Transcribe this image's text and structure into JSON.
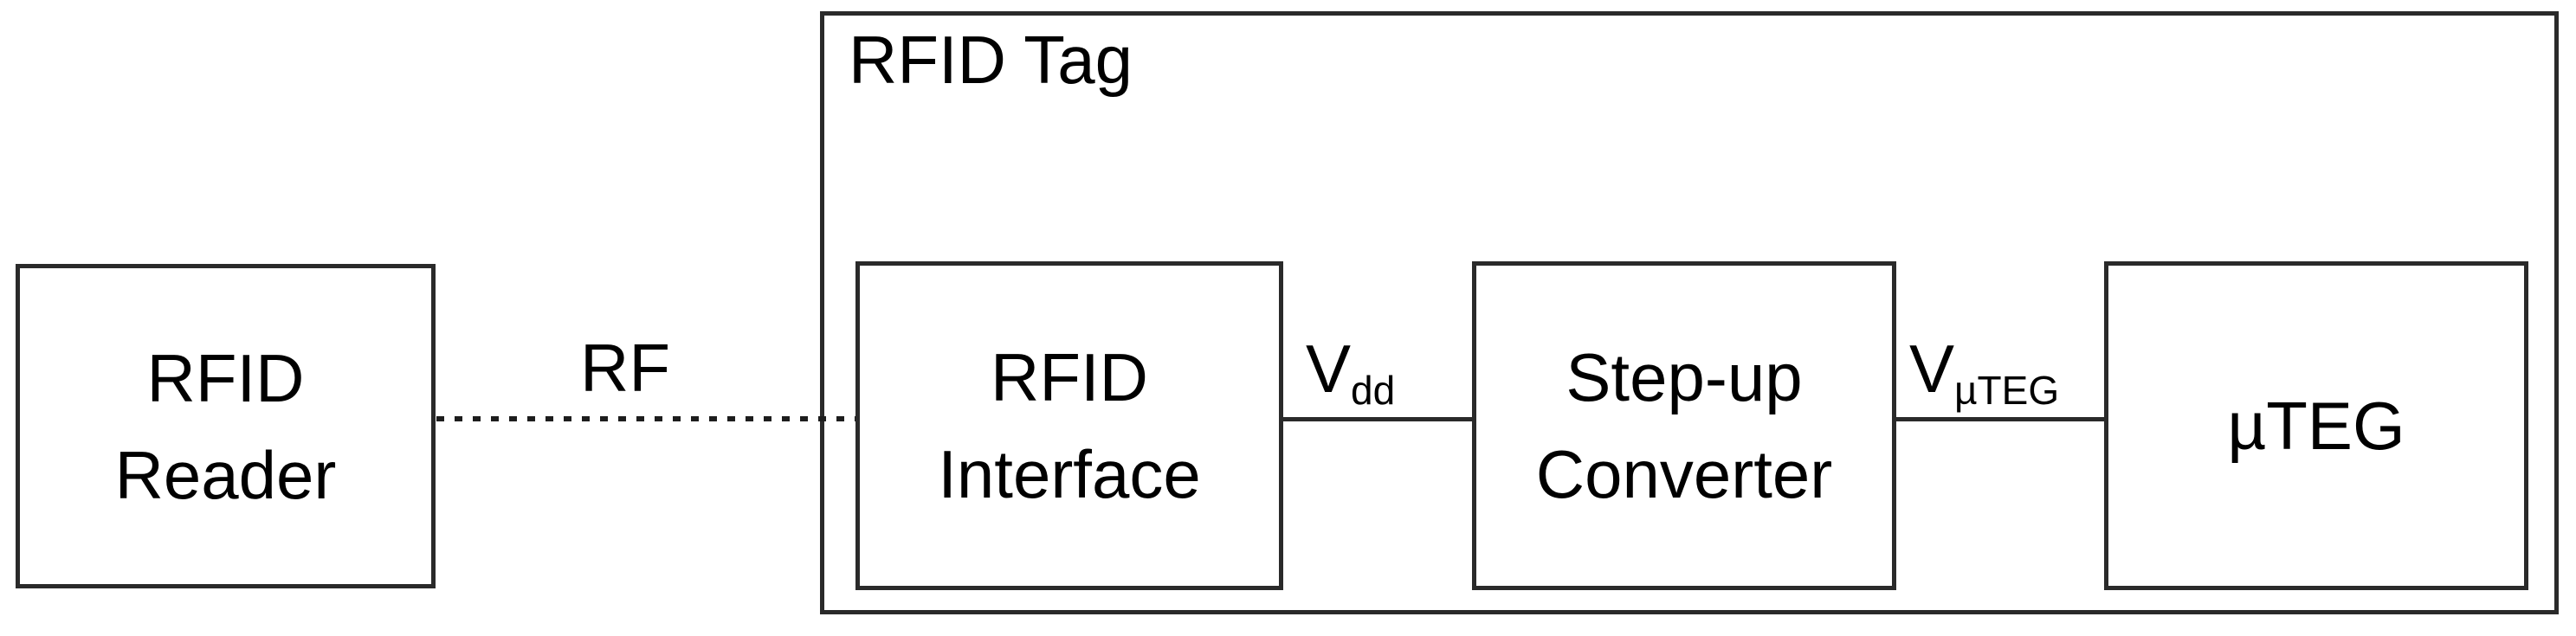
{
  "diagram": {
    "title_visible": false,
    "background": "#ffffff",
    "line_color": "#2a2a2a",
    "text_color": "#000000"
  },
  "tag": {
    "title": "RFID Tag"
  },
  "blocks": [
    {
      "id": "rfid-reader",
      "lines": [
        "RFID",
        "Reader"
      ],
      "inside_tag": false
    },
    {
      "id": "rfid-interface",
      "lines": [
        "RFID",
        "Interface"
      ],
      "inside_tag": true
    },
    {
      "id": "step-up-converter",
      "lines": [
        "Step-up",
        "Converter"
      ],
      "inside_tag": true
    },
    {
      "id": "uteg",
      "lines": [
        "µTEG",
        ""
      ],
      "inside_tag": true
    }
  ],
  "connections": [
    {
      "id": "rf-link",
      "label": "RF",
      "style": "dotted",
      "from": "rfid-reader",
      "to": "rfid-interface"
    },
    {
      "id": "vdd-link",
      "label_base": "V",
      "label_sub": "dd",
      "style": "solid",
      "from": "rfid-interface",
      "to": "step-up-converter"
    },
    {
      "id": "vuteg-link",
      "label_base": "V",
      "label_sub": "µTEG",
      "style": "solid",
      "from": "step-up-converter",
      "to": "uteg"
    }
  ]
}
